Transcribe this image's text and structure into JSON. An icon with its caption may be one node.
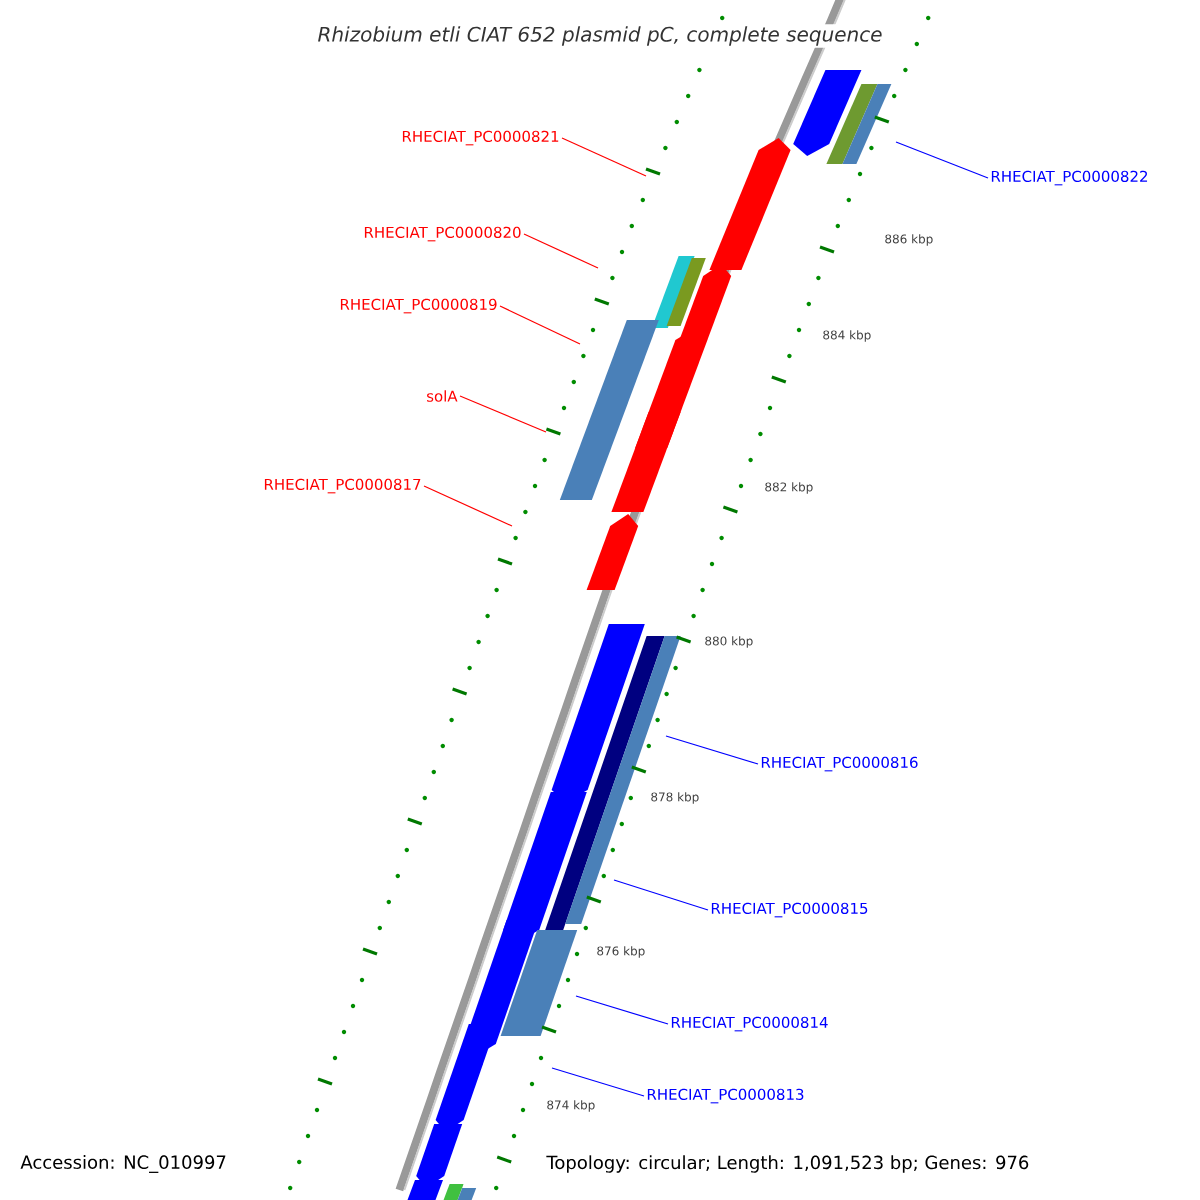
{
  "diagram": {
    "title": "Rhizobium etli CIAT 652 plasmid pC, complete sequence",
    "nodes": [
      {
        "text": [
          "RHECIAT_PC0000821"
        ]
      },
      {
        "text": [
          "RHECIAT_PC0000820"
        ]
      },
      {
        "text": [
          "RHECIAT_PC0000819"
        ]
      },
      {
        "text": [
          "solA"
        ]
      },
      {
        "text": [
          "RHECIAT_PC0000817"
        ]
      },
      {
        "text": [
          "RHECIAT_PC0000822"
        ]
      },
      {
        "text": [
          "RHECIAT_PC0000816"
        ]
      },
      {
        "text": [
          "RHECIAT_PC0000815"
        ]
      },
      {
        "text": [
          "RHECIAT_PC0000814"
        ]
      },
      {
        "text": [
          "RHECIAT_PC0000813"
        ]
      }
    ],
    "edges": [
      {
        "from": 0,
        "to": null,
        "arrow": "none",
        "color": "#ff0000"
      },
      {
        "from": 1,
        "to": null,
        "arrow": "none",
        "color": "#ff0000"
      },
      {
        "from": 2,
        "to": null,
        "arrow": "none",
        "color": "#ff0000"
      },
      {
        "from": 3,
        "to": null,
        "arrow": "none",
        "color": "#ff0000"
      },
      {
        "from": 4,
        "to": null,
        "arrow": "none",
        "color": "#ff0000"
      },
      {
        "from": 5,
        "to": null,
        "arrow": "none",
        "color": "#0000ff"
      },
      {
        "from": 6,
        "to": null,
        "arrow": "none",
        "color": "#0000ff"
      },
      {
        "from": 7,
        "to": null,
        "arrow": "none",
        "color": "#0000ff"
      },
      {
        "from": 8,
        "to": null,
        "arrow": "none",
        "color": "#0000ff"
      },
      {
        "from": 9,
        "to": null,
        "arrow": "none",
        "color": "#0000ff"
      }
    ],
    "labels": [
      "886 kbp",
      "884 kbp",
      "882 kbp",
      "880 kbp",
      "878 kbp",
      "876 kbp",
      "874 kbp",
      "Accession: NC_010997",
      "Topology: circular; Length: 1,091,523 bp; Genes: 976"
    ]
  }
}
